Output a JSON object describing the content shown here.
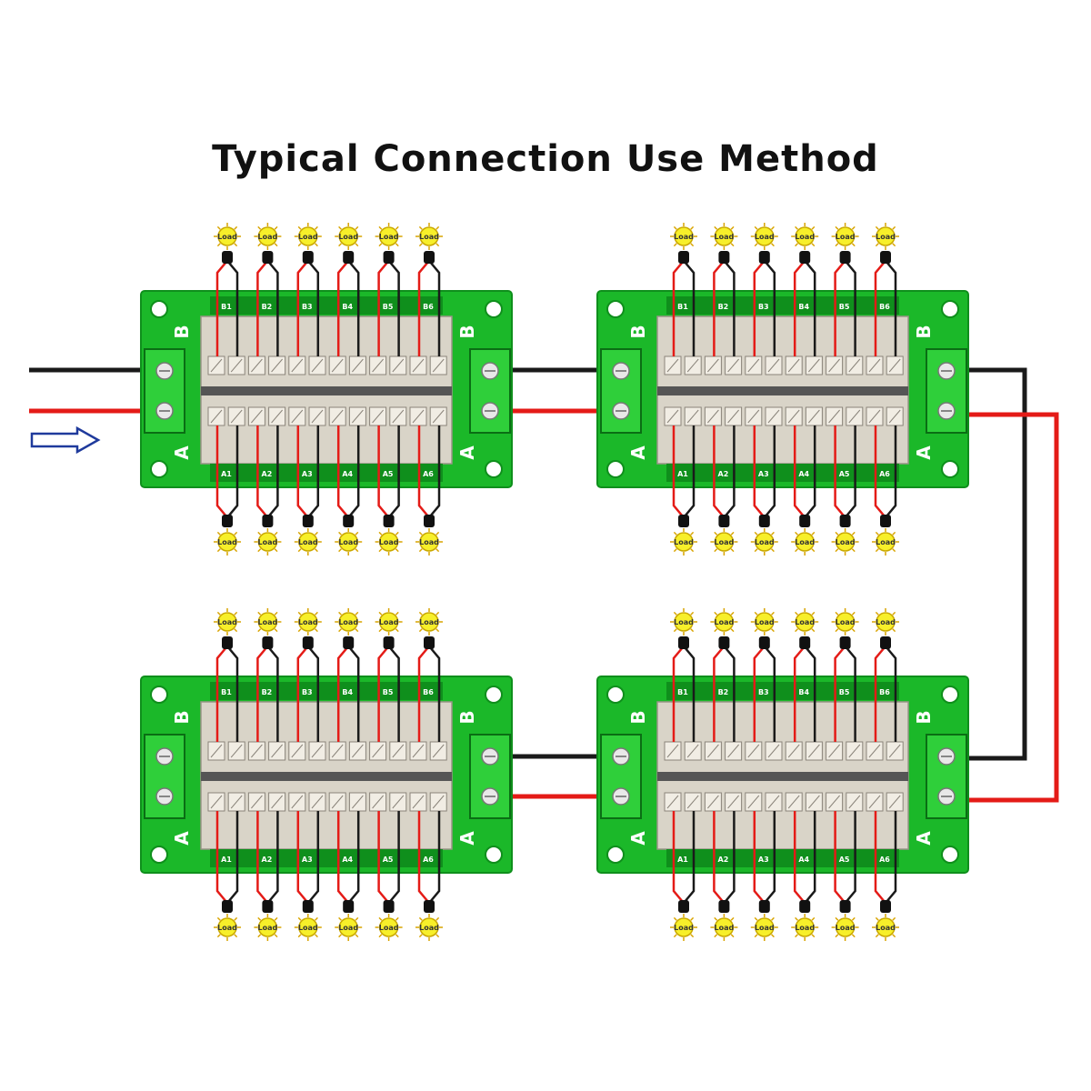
{
  "title": "Typical Connection Use Method",
  "load_label": "Load",
  "board_labels": {
    "top": "B",
    "bottom": "A"
  },
  "pin_labels_top": [
    "B1",
    "B2",
    "B3",
    "B4",
    "B5",
    "B6"
  ],
  "pin_labels_bottom": [
    "A1",
    "A2",
    "A3",
    "A4",
    "A5",
    "A6"
  ],
  "colors": {
    "pcb": "#1bb829",
    "pcb_dark": "#0f8f1c",
    "terminal": "#d9d4c8",
    "wire_red": "#e41b17",
    "wire_black": "#1a1a1a",
    "load": "#f7ef2a",
    "arrow": "#1f3a9c"
  },
  "icons": [
    "input-arrow-icon",
    "load-bulb-icon",
    "screw-icon"
  ]
}
